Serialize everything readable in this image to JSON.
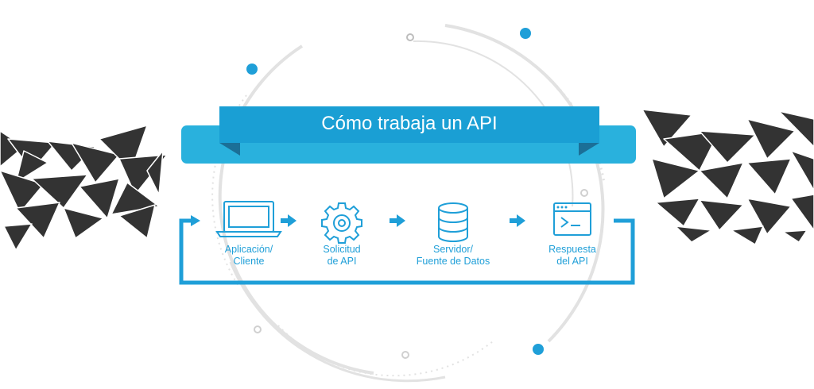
{
  "title": "Cómo trabaja un API",
  "steps": [
    {
      "line1": "Aplicación/",
      "line2": "Cliente",
      "icon": "laptop-icon"
    },
    {
      "line1": "Solicitud",
      "line2": "de API",
      "icon": "gear-icon"
    },
    {
      "line1": "Servidor/",
      "line2": "Fuente de Datos",
      "icon": "database-icon"
    },
    {
      "line1": "Respuesta",
      "line2": "del API",
      "icon": "terminal-window-icon"
    }
  ],
  "colors": {
    "accent": "#1f9fd8",
    "banner_back": "#29b1dd",
    "banner_fold": "#1b6f97",
    "shard": "#333333",
    "ring": "#e2e2e2"
  }
}
